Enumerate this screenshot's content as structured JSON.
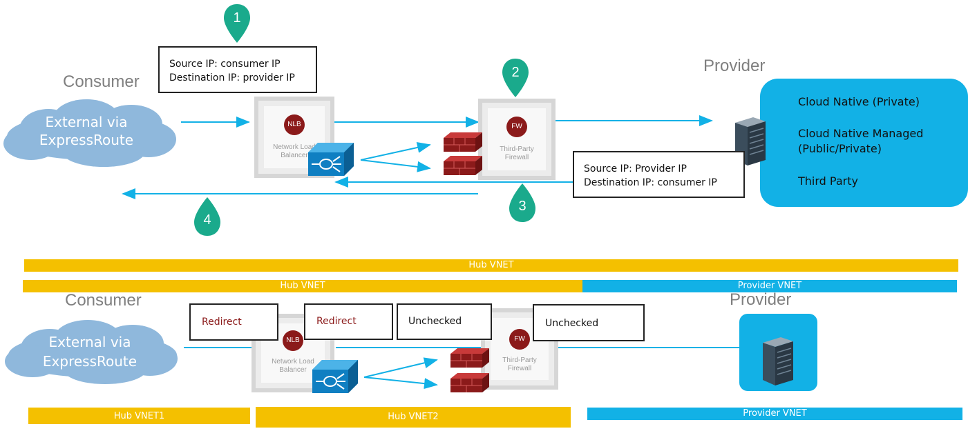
{
  "top": {
    "consumer_heading": "Consumer",
    "provider_heading": "Provider",
    "cloud_label": "External via ExpressRoute",
    "box1": {
      "line1": "Source IP: consumer IP",
      "line2": "Destination IP: provider IP"
    },
    "box3": {
      "line1": "Source IP: Provider IP",
      "line2": "Destination IP: consumer IP"
    },
    "nlb": {
      "badge": "NLB",
      "label": "Network Load Balancer"
    },
    "fw": {
      "badge": "FW",
      "label": "Third-Party Firewall"
    },
    "markers": [
      "1",
      "2",
      "3",
      "4"
    ],
    "provider_items": [
      "Cloud Native (Private)",
      "Cloud Native Managed (Public/Private)",
      "Third Party"
    ]
  },
  "bars": {
    "hub_vnet_full": "Hub VNET",
    "hub_vnet_left": "Hub VNET",
    "provider_vnet_right": "Provider VNET",
    "hub_vnet1": "Hub VNET1",
    "hub_vnet2": "Hub VNET2",
    "provider_vnet_bottom": "Provider VNET"
  },
  "bottom": {
    "consumer_heading": "Consumer",
    "provider_heading": "Provider",
    "cloud_label": "External via ExpressRoute",
    "redirect1": "Redirect",
    "redirect2": "Redirect",
    "unchecked1": "Unchecked",
    "unchecked2": "Unchecked",
    "nlb": {
      "badge": "NLB",
      "label": "Network Load Balancer"
    },
    "fw": {
      "badge": "FW",
      "label": "Third-Party Firewall"
    }
  },
  "colors": {
    "accent_blue": "#12b1e6",
    "hub_yellow": "#f4c000",
    "marker_green": "#1aaa8c",
    "cloud_blue": "#8fb8dc",
    "firewall_red": "#8b1a1a",
    "redirect_text": "#8b1a1a"
  },
  "icons": [
    "cloud-icon",
    "load-balancer-icon",
    "firewall-icon",
    "server-icon",
    "map-marker-icon"
  ]
}
